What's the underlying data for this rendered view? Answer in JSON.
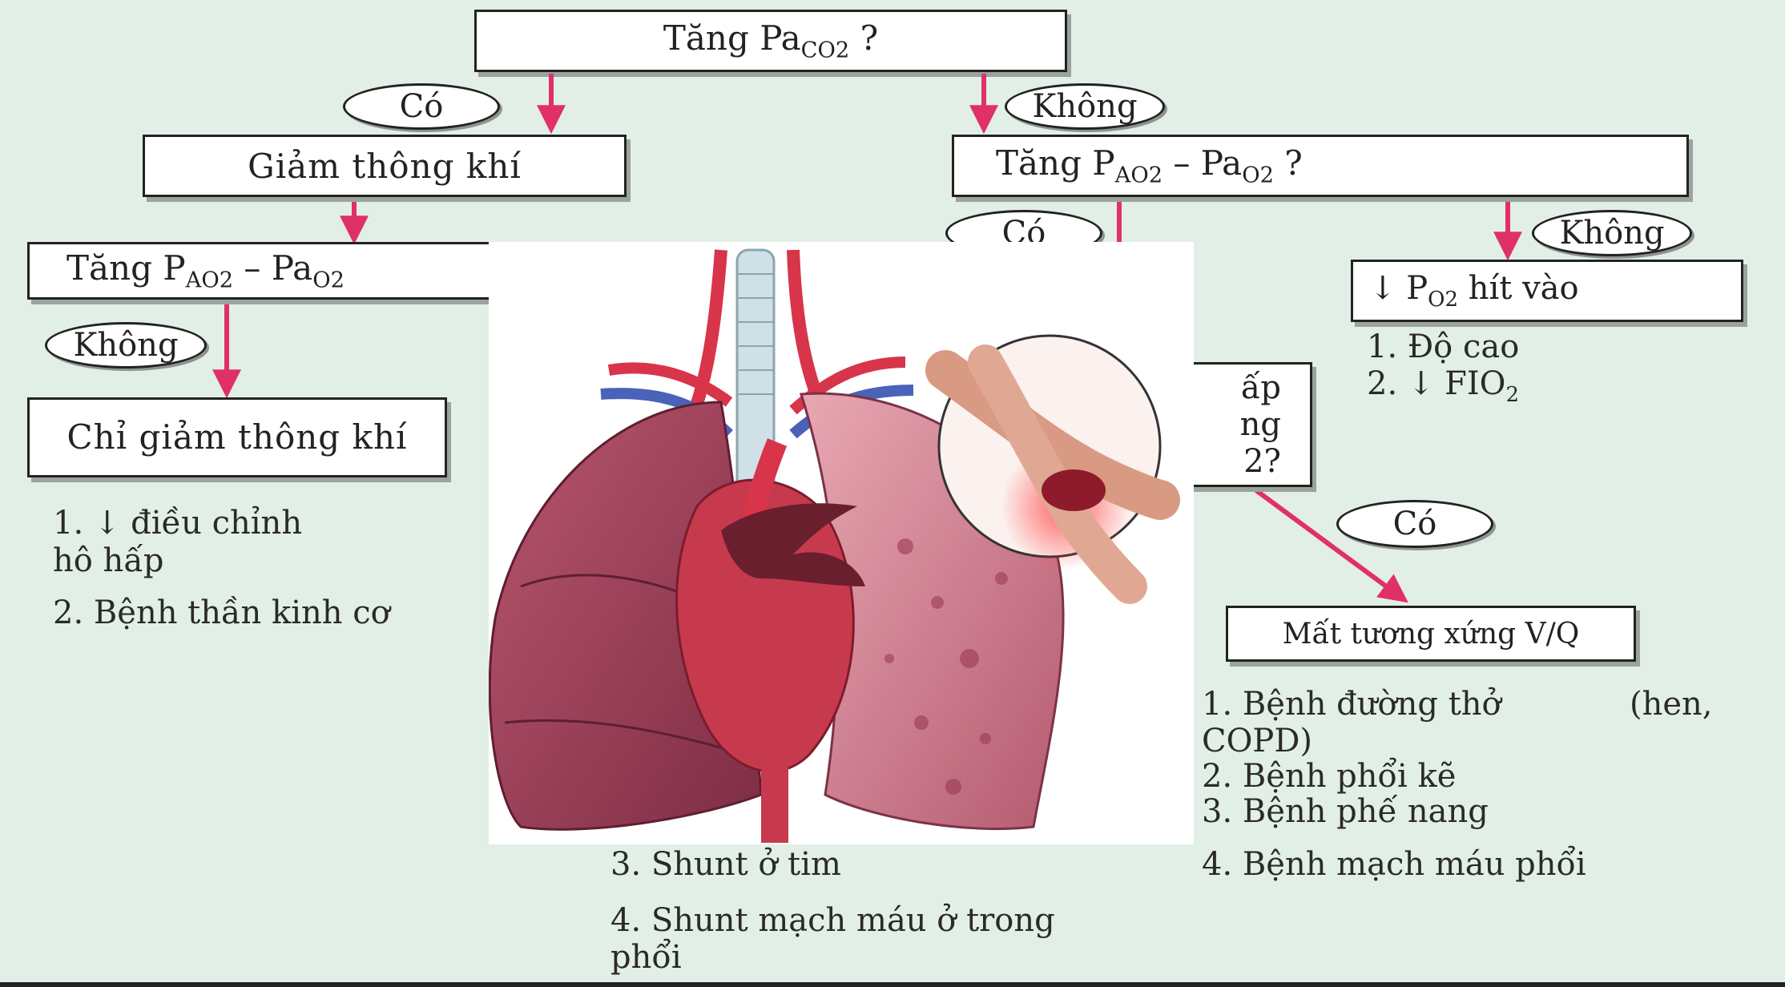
{
  "diagram": {
    "root": {
      "prefix": "Tăng Pa",
      "sub": "CO2",
      "suffix": " ?"
    },
    "left_branch": {
      "edge_label": "Có",
      "node": "Giảm thông khí",
      "sub_question": {
        "prefix": "Tăng P",
        "sub1": "AO2",
        "mid": " – Pa",
        "sub2": "O2"
      },
      "no_label": "Không",
      "result_node": "Chỉ giảm thông khí",
      "causes": [
        "1. ↓ điều chỉnh",
        "hô hấp",
        "2. Bệnh thần kinh cơ"
      ]
    },
    "right_branch": {
      "edge_label": "Không",
      "node": {
        "prefix": "Tăng P",
        "sub1": "AO2",
        "mid": " – Pa",
        "sub2": "O2",
        "suffix": " ?"
      },
      "yes_label": "Có",
      "no_label": "Không",
      "low_po2_node": {
        "prefix": "↓ P",
        "sub": "O2",
        "suffix": " hít vào"
      },
      "low_po2_causes": [
        "1. Độ cao",
        "2. ↓ FIO"
      ],
      "low_po2_causes_sub": "2",
      "partial_node_lines": [
        "ấp",
        "ng",
        "2?"
      ],
      "vq_yes_label": "Có",
      "vq_node": "Mất tương xứng V/Q",
      "vq_causes": [
        "1. Bệnh đường thở",
        "(hen,",
        "COPD)",
        "2. Bệnh phổi kẽ",
        "3. Bệnh phế nang",
        "4. Bệnh mạch máu phổi"
      ],
      "shunt_causes": [
        "3. Shunt ở tim",
        "4. Shunt mạch máu ở trong",
        "phổi"
      ]
    }
  },
  "colors": {
    "background": "#e2efe6",
    "arrow": "#e0306a",
    "box_border": "#222222"
  },
  "image": {
    "subject": "lungs-heart-illustration"
  }
}
